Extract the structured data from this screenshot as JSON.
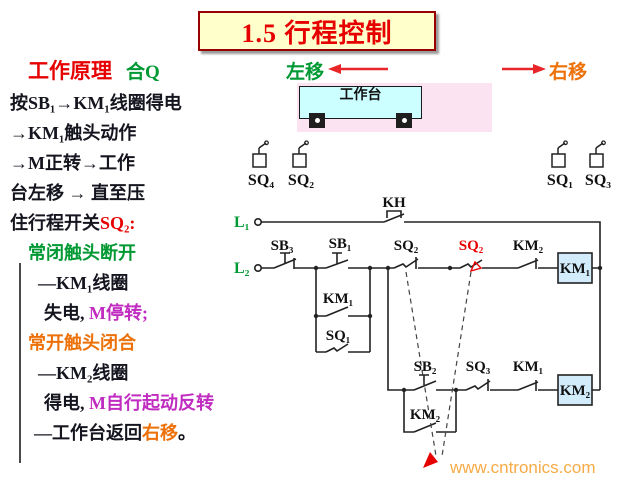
{
  "title": "1.5 行程控制",
  "watermark": "www.cntronics.com",
  "principle": {
    "heading": "工作原理",
    "note": "合Q",
    "line01": "按SB₁→KM₁线圈得电",
    "line02": "→KM₁触头动作",
    "line03": "→M正转→工作",
    "line04": "台左移 → 直至压",
    "line05a": "住行程开关",
    "line05b": "SQ₂:",
    "line06": "常闭触头断开",
    "line07": "—KM₁线圈",
    "line08a": "失电, ",
    "line08b": "M停转;",
    "line09": "常开触头闭合",
    "line10": "—KM₂线圈",
    "line11a": "得电, ",
    "line11b": "M自行起动反转",
    "line12a": "—工作台返回",
    "line12b": "右移",
    "line12c": "。"
  },
  "worktable": {
    "move_left": "左移",
    "move_right": "右移",
    "table_label": "工作台",
    "sq4": "SQ₄",
    "sq2": "SQ₂",
    "sq1": "SQ₁",
    "sq3": "SQ₃"
  },
  "circuit": {
    "l1": "L₁",
    "l2": "L₂",
    "kh": "KH",
    "sb3": "SB₃",
    "sb1": "SB₁",
    "km1_hold": "KM₁",
    "sq1_no": "SQ₁",
    "sq2_nc": "SQ₂",
    "sq2_no": "SQ₂",
    "km2_interlock": "KM₂",
    "km1_coil": "KM₁",
    "sb2": "SB₂",
    "km2_hold": "KM₂",
    "sq3_nc": "SQ₃",
    "km1_interlock": "KM₁",
    "km2_coil": "KM₂"
  },
  "colors": {
    "title_red": "#e60000",
    "green": "#009933",
    "orange": "#ed7109",
    "magenta": "#c02bc0",
    "arrow_red": "#e8262a"
  }
}
